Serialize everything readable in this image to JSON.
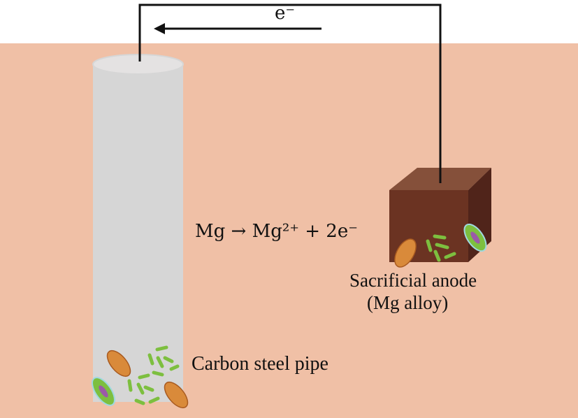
{
  "electron_label": "e⁻",
  "reaction": "Mg → Mg²⁺ + 2e⁻",
  "anode_label_line1": "Sacrificial anode",
  "anode_label_line2": "(Mg alloy)",
  "pipe_label": "Carbon steel pipe",
  "colors": {
    "soil": "#f0c0a6",
    "pipe": "#d6d6d6",
    "anode_front": "#6b3322",
    "anode_top": "#85503a",
    "anode_side": "#50241a",
    "bacteria_orange": "#d98a3a",
    "bacteria_green": "#7dbf3f"
  }
}
